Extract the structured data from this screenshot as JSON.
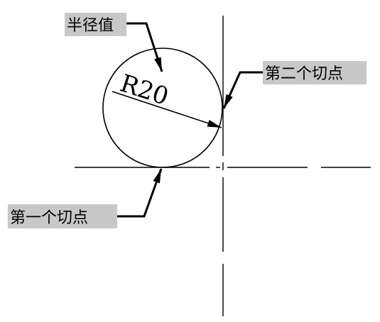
{
  "drawing": {
    "radius_label": "R20",
    "callouts": {
      "radius_value": "半径值",
      "second_tangent": "第二个切点",
      "first_tangent": "第一个切点"
    },
    "colors": {
      "line": "#000000",
      "label_background": "#c8c8c8",
      "background": "#ffffff"
    },
    "icons": [
      "leader-arrow"
    ]
  }
}
